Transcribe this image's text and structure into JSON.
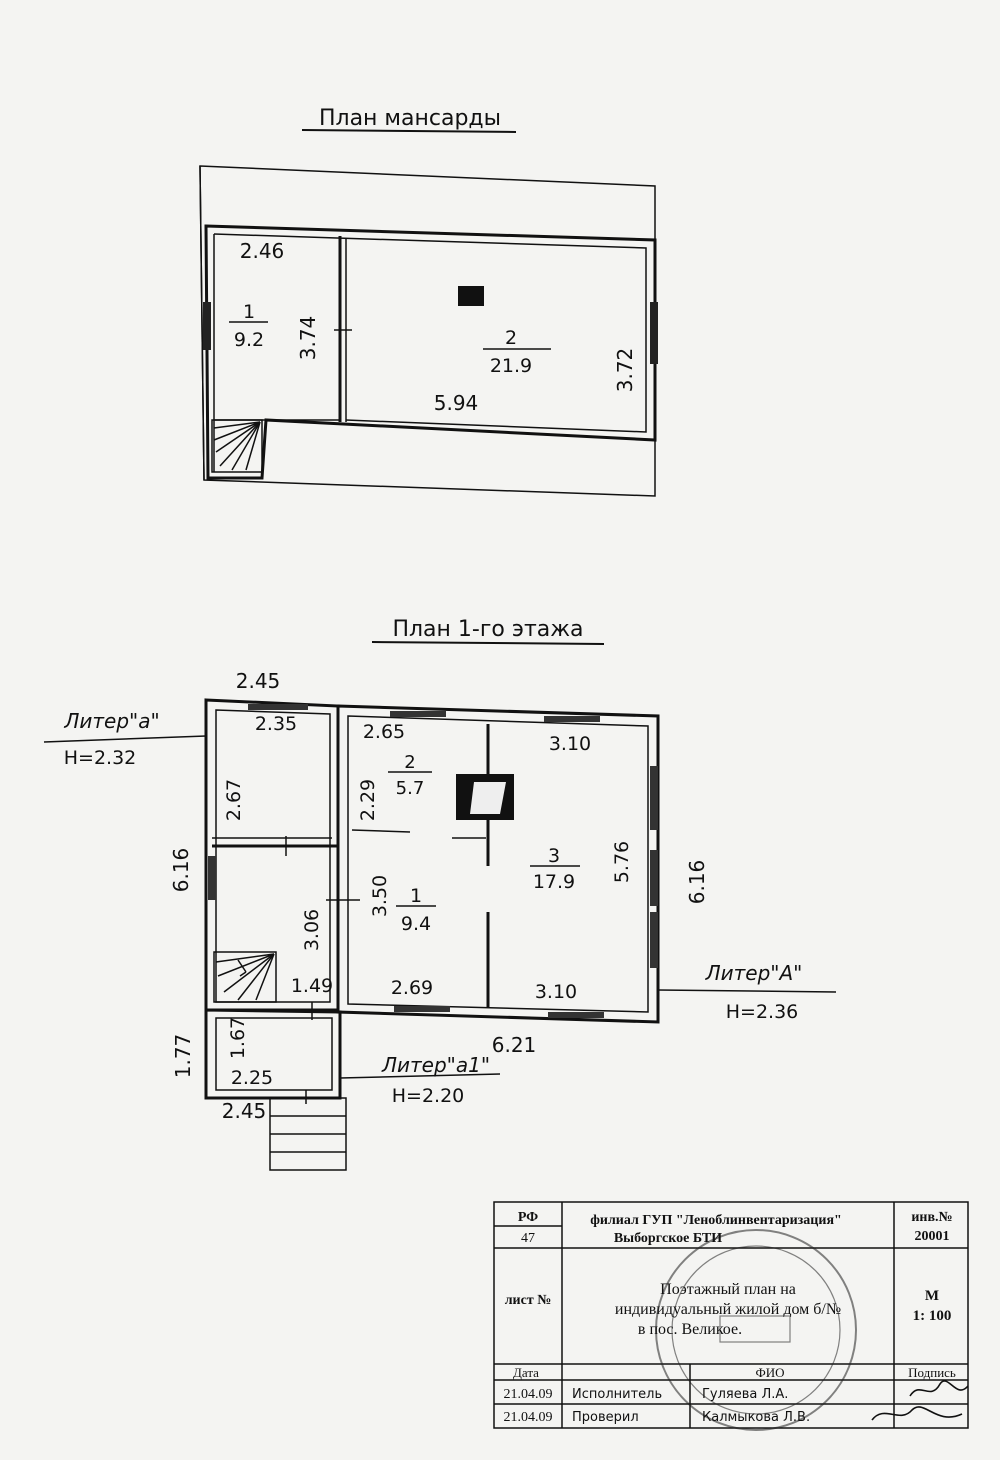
{
  "attic": {
    "title": "План мансарды",
    "room1": {
      "num": "1",
      "area": "9.2",
      "width": "2.46",
      "depth": "3.74"
    },
    "room2": {
      "num": "2",
      "area": "21.9",
      "width": "5.94",
      "depth": "3.72"
    }
  },
  "floor1": {
    "title": "План 1-го этажа",
    "room1": {
      "num": "1",
      "area": "9.4",
      "depth": "3.50",
      "width": "2.69"
    },
    "room2": {
      "num": "2",
      "area": "5.7",
      "width": "2.65",
      "depth": "2.29"
    },
    "room3": {
      "num": "3",
      "area": "17.9",
      "width_top": "3.10",
      "width_bottom": "3.10",
      "depth": "5.76"
    },
    "dims": {
      "veranda_outer_top": "2.45",
      "veranda_inner_top": "2.35",
      "veranda_room_depth": "2.67",
      "veranda_outer_depth": "6.16",
      "stair_room_depth": "3.06",
      "stair_gap": "1.49",
      "main_outer_depth": "6.16",
      "main_outer_width": "6.21",
      "porch_outer_depth": "1.77",
      "porch_inner_depth": "1.67",
      "porch_inner_width": "2.25",
      "porch_outer_width": "2.45"
    },
    "liters": {
      "a_label": "Литер\"а\"",
      "a_height": "H=2.32",
      "A_label": "Литер\"А\"",
      "A_height": "H=2.36",
      "a1_label": "Литер\"а1\"",
      "a1_height": "H=2.20"
    }
  },
  "stamp": {
    "rf": "РФ",
    "region": "47",
    "org_line1": "филиал ГУП \"Леноблинвентаризация\"",
    "org_line2": "Выборгское БТИ",
    "inv_label": "инв.№",
    "inv_value": "20001",
    "sheet_label": "лист №",
    "doc_line1": "Поэтажный план на",
    "doc_line2": "индивидуальный жилой дом б/№",
    "doc_line3": "в пос. Великое.",
    "scale_label": "М",
    "scale_value": "1: 100",
    "col_date": "Дата",
    "col_name": "ФИО",
    "col_sign": "Подпись",
    "row1_date": "21.04.09",
    "row1_role": "Исполнитель",
    "row1_name": "Гуляева Л.А.",
    "row2_date": "21.04.09",
    "row2_role": "Проверил",
    "row2_name": "Калмыкова Л.В."
  }
}
